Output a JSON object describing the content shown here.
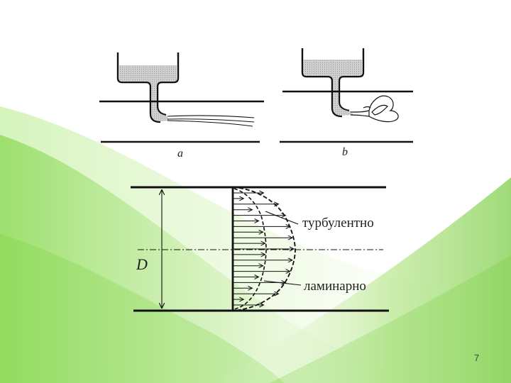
{
  "figure": {
    "label_a": "a",
    "label_b": "b",
    "label_diameter": "D",
    "label_turbulent": "турбулентно",
    "label_laminar": "ламинарно"
  },
  "slide": {
    "page_number": "7"
  },
  "colors": {
    "background_accent": "#7ed43a",
    "liquid_fill": "#c8c8c8",
    "line": "#111111"
  },
  "chart_data": {
    "type": "velocity-profile",
    "turbulent_profile": [
      {
        "r": 1.0,
        "u": 0.0
      },
      {
        "r": 0.9,
        "u": 0.55
      },
      {
        "r": 0.7,
        "u": 0.78
      },
      {
        "r": 0.5,
        "u": 0.89
      },
      {
        "r": 0.3,
        "u": 0.96
      },
      {
        "r": 0.0,
        "u": 1.0
      }
    ],
    "laminar_profile_law": "u = 1 - r^2"
  }
}
